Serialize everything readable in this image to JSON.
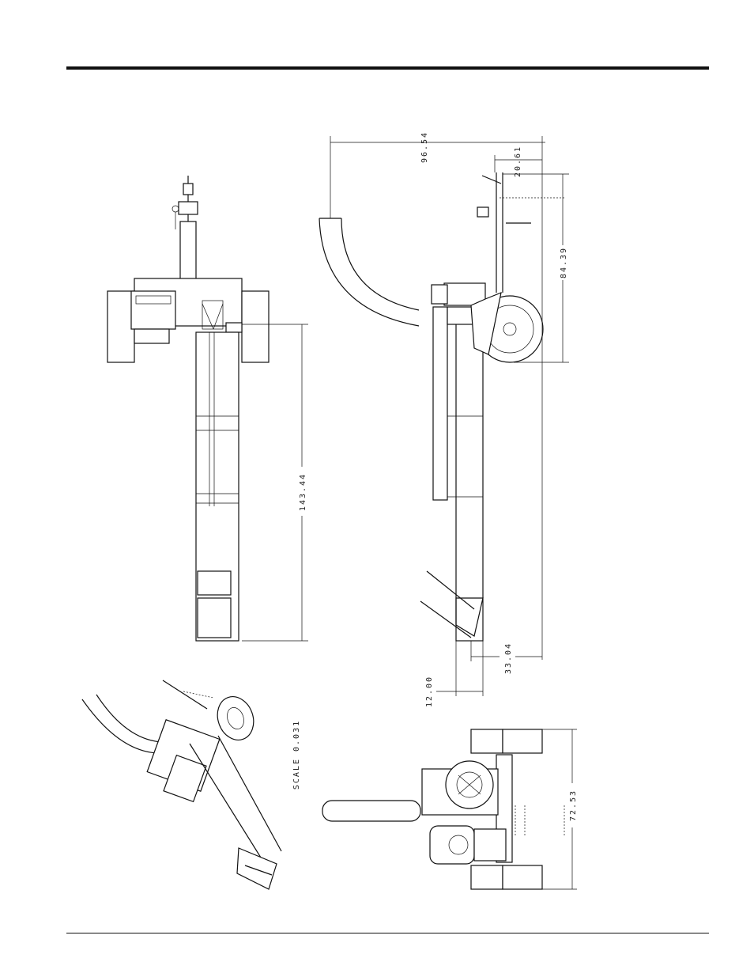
{
  "dimensions": {
    "overall_length": "96.54",
    "hitch_offset": "20.61",
    "height": "84.39",
    "top_view_length": "143.44",
    "hopper_offset": "33.04",
    "hopper_width": "12.00",
    "track_width": "72.53"
  },
  "scale_label": "SCALE 0.031"
}
